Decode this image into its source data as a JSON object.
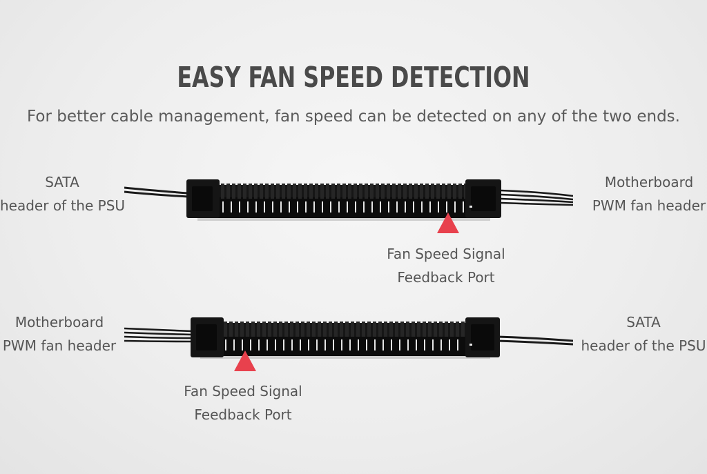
{
  "header": {
    "title": "EASY FAN SPEED DETECTION",
    "subtitle": "For better cable management, fan speed can be detected on any of the two ends."
  },
  "diagram_top": {
    "left_label": [
      "SATA",
      "header of the PSU"
    ],
    "right_label": [
      "Motherboard",
      "PWM fan header"
    ],
    "port_label": [
      "Fan Speed Signal",
      "Feedback Port"
    ]
  },
  "diagram_bottom": {
    "left_label": [
      "Motherboard",
      "PWM fan header"
    ],
    "right_label": [
      "SATA",
      "header of the PSU"
    ],
    "port_label": [
      "Fan Speed Signal",
      "Feedback Port"
    ]
  },
  "colors": {
    "marker": "#e8414d",
    "hub_body": "#111111",
    "background": "#efefef"
  },
  "icons": {
    "hub": "fan-hub-icon",
    "marker": "triangle-marker-icon"
  }
}
